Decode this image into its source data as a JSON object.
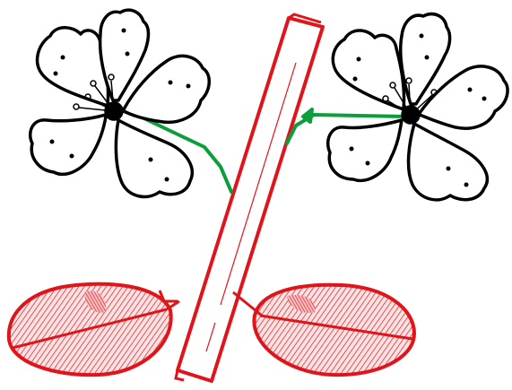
{
  "palette": {
    "outline": "#000000",
    "stem": "#e0141b",
    "leaf_fill": "#f4a8ac",
    "leaf_stroke": "#e0141b",
    "pedicel": "#0a9e3c",
    "background": "#ffffff"
  },
  "elements": {
    "flowers": 2,
    "petals_per_flower": 5,
    "leaves": 2
  }
}
